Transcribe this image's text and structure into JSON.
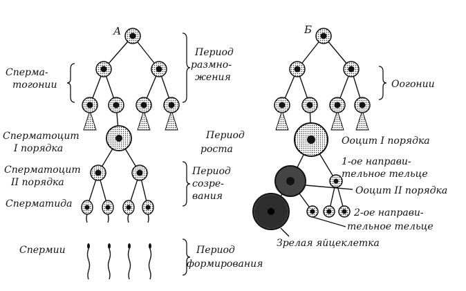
{
  "panels": {
    "a": {
      "letter": "А"
    },
    "b": {
      "letter": "Б"
    }
  },
  "labels": {
    "spermatogonia": [
      "Сперма-",
      "тогонии"
    ],
    "spermatocyte1": [
      "Сперматоцит",
      "I порядка"
    ],
    "spermatocyte2": [
      "Сперматоцит",
      "II порядка"
    ],
    "spermatid": "Сперматида",
    "sperm": "Спермии",
    "period_multiplication": [
      "Период",
      "размно-",
      "жения"
    ],
    "period_growth": [
      "Период",
      "роста"
    ],
    "period_maturation": [
      "Период",
      "созре-",
      "вания"
    ],
    "period_formation": [
      "Период",
      "формирования"
    ],
    "oogonia": "Оогонии",
    "oocyte1": "Ооцит I порядка",
    "polar_body1": [
      "1-ое направи-",
      "тельное тельце"
    ],
    "oocyte2": "Ооцит II порядка",
    "polar_body2": [
      "2-ое направи-",
      "тельное тельце"
    ],
    "mature_egg": "Зрелая яйцеклетка"
  },
  "colors": {
    "ink": "#111111",
    "paper": "#ffffff"
  }
}
